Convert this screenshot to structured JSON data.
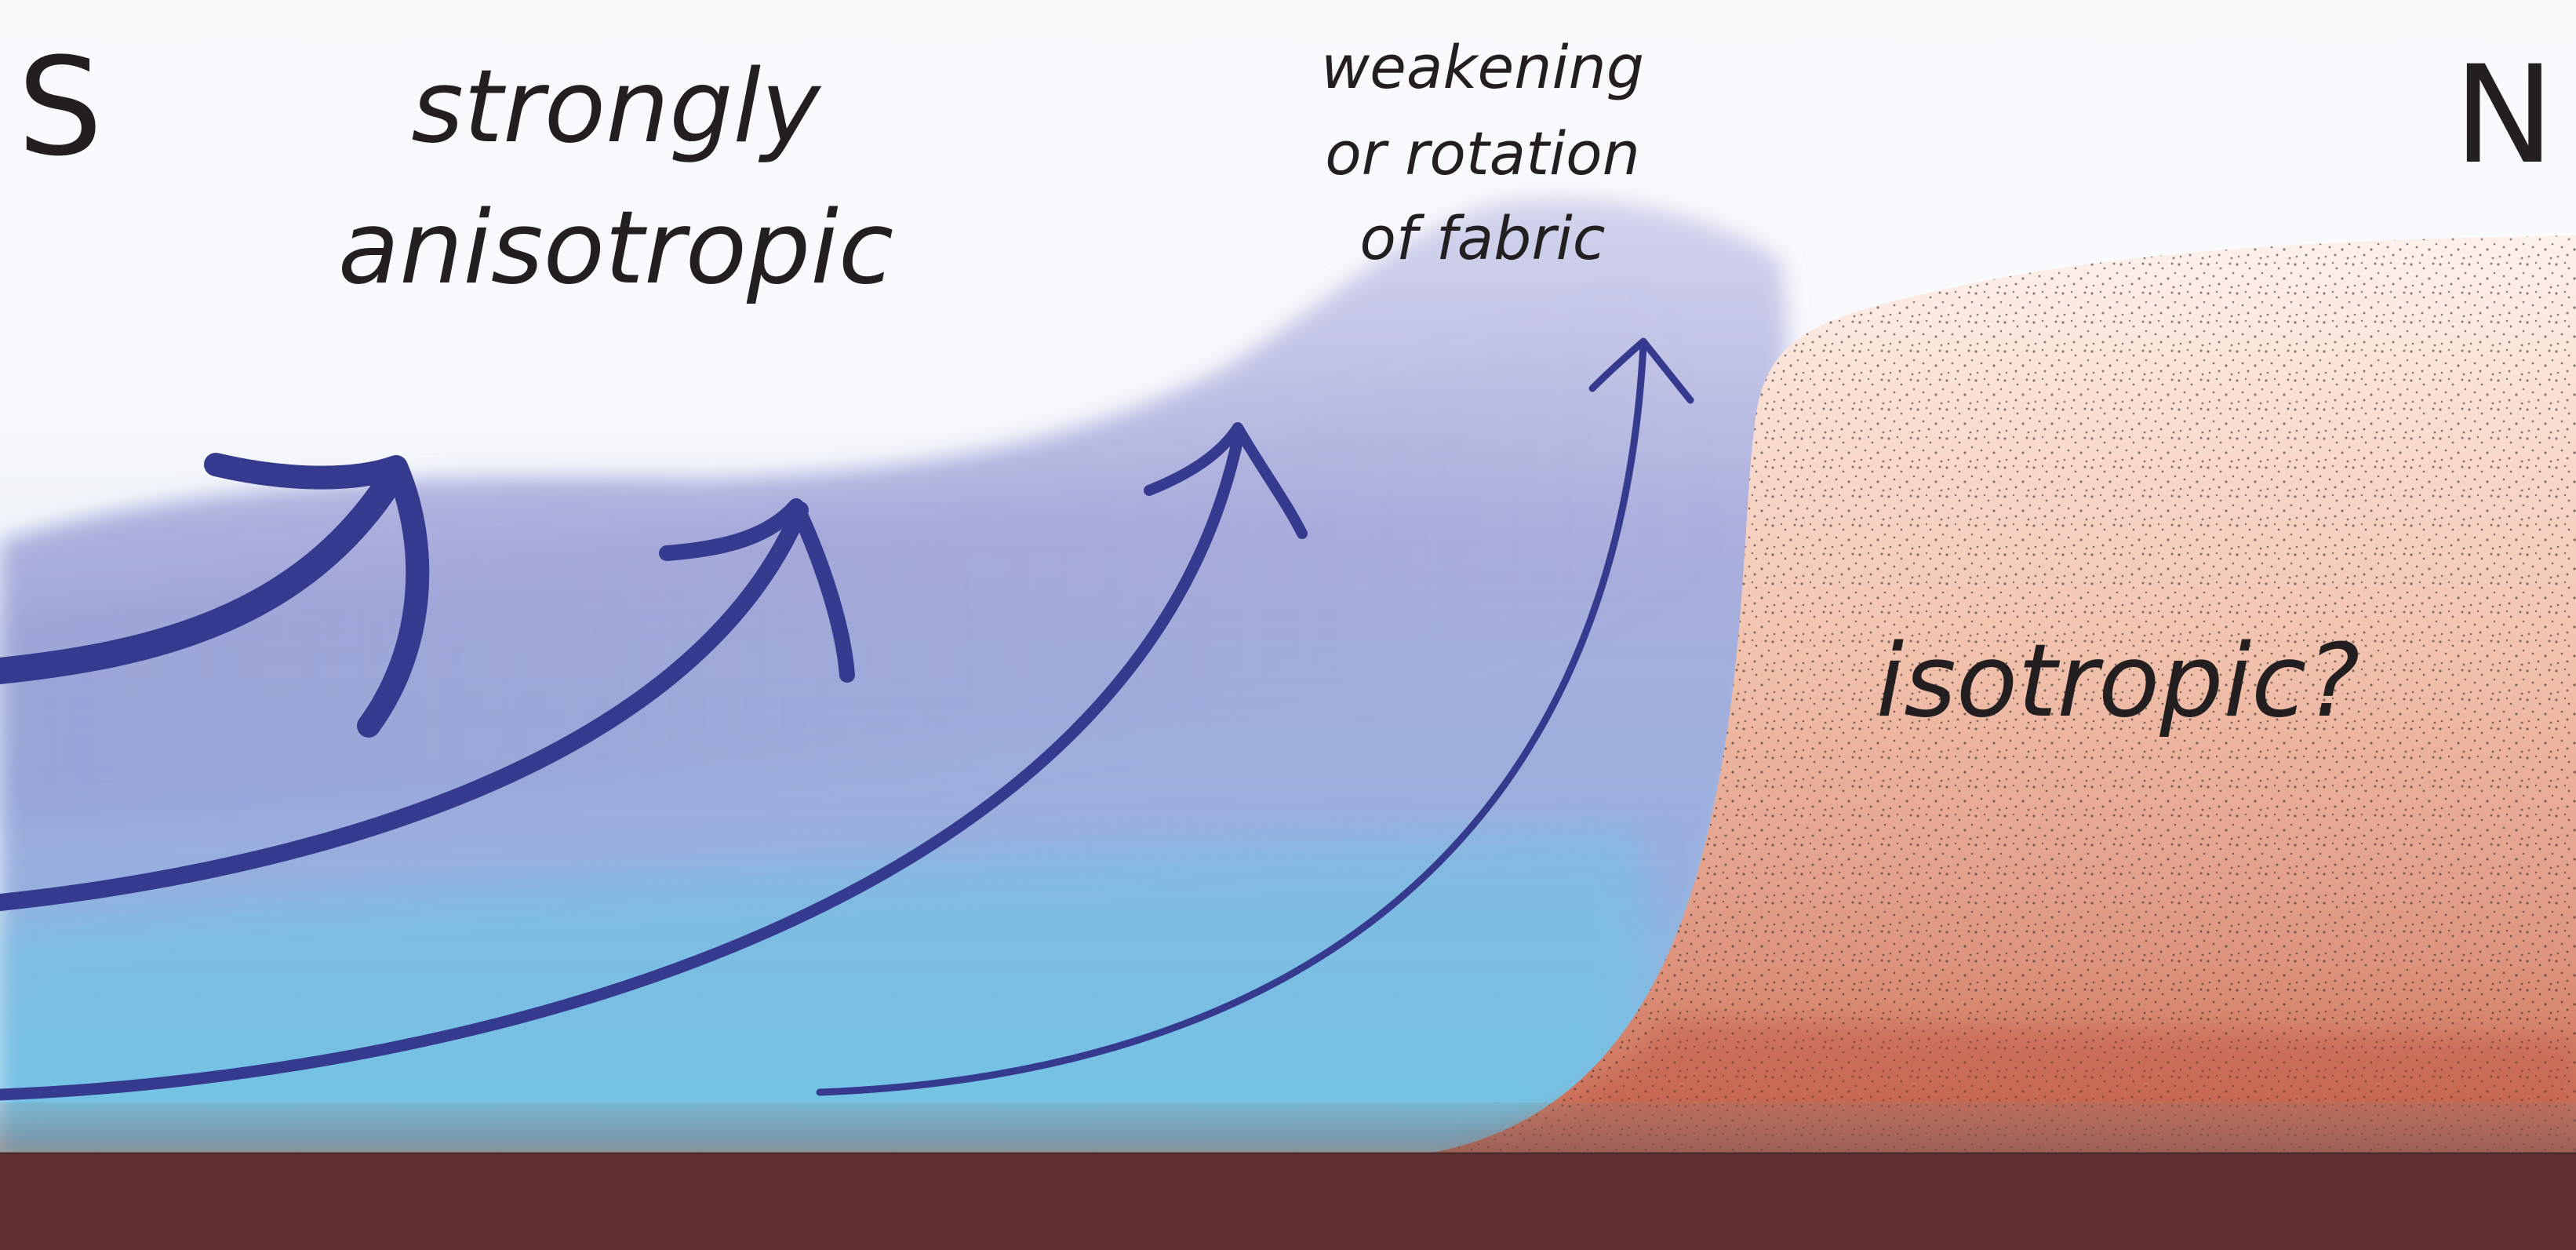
{
  "labels": {
    "south": "S",
    "north": "N",
    "anisotropic_line1": "strongly",
    "anisotropic_line2": "anisotropic",
    "weakening_line1": "weakening",
    "weakening_line2": "or rotation",
    "weakening_line3": "of fabric",
    "isotropic": "isotropic?"
  },
  "colors": {
    "arrow": "#353a8f",
    "bed": "#612d2f",
    "ice_top": "#8f92cd",
    "ice_bottom": "#6ec4e6",
    "warm_top": "#fbeae2",
    "warm_bottom": "#c86a52",
    "stipple": "#231f20",
    "text": "#231f20"
  }
}
